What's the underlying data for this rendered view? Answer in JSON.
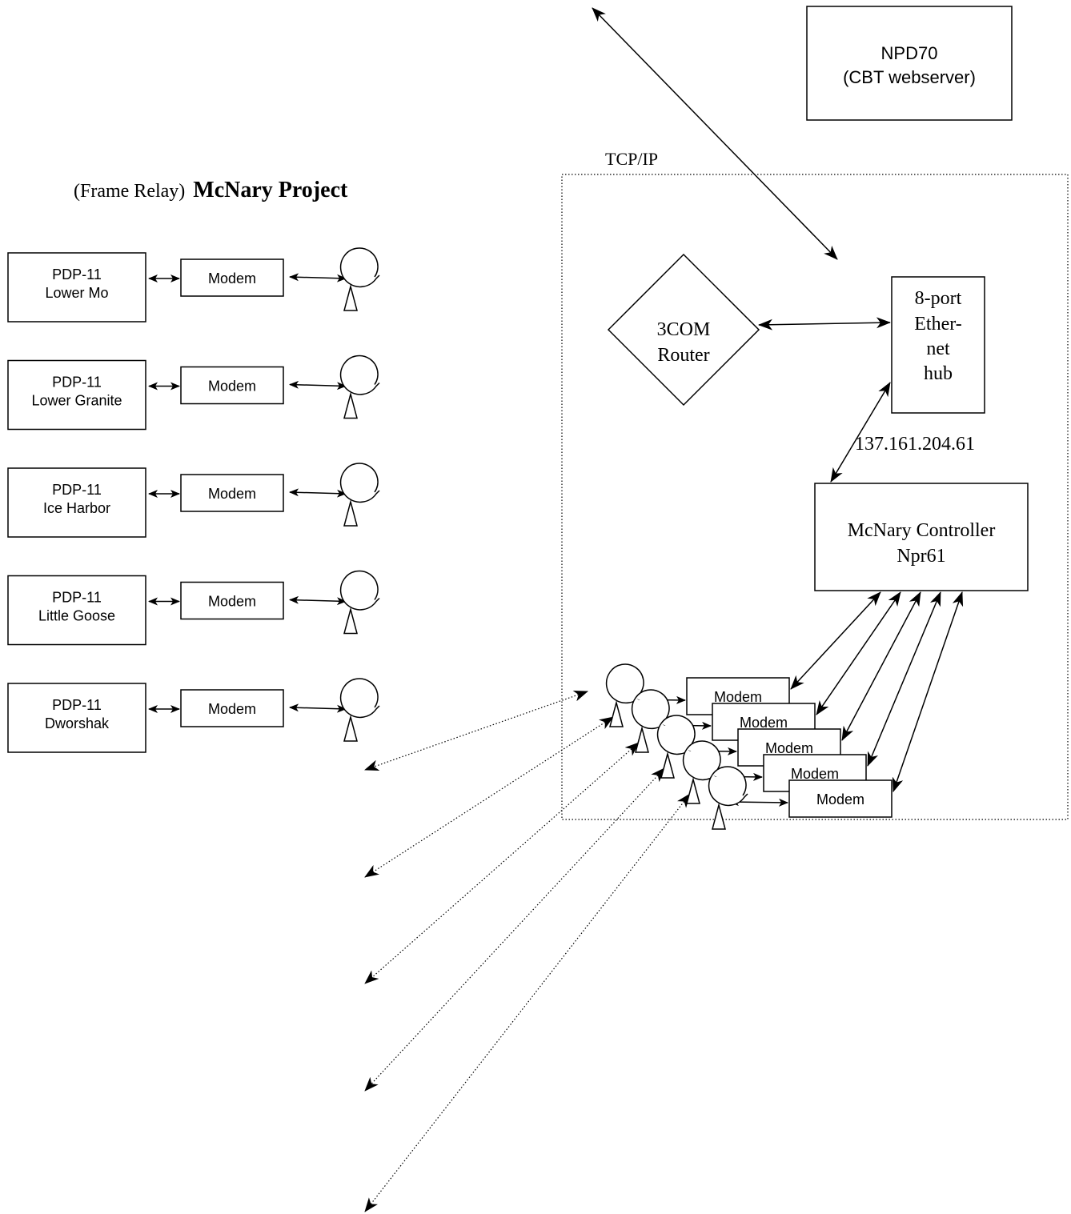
{
  "title": {
    "prefix": "(Frame Relay)",
    "main": "McNary Project"
  },
  "tcp_label": "TCP/IP",
  "npd70": {
    "line1": "NPD70",
    "line2": "(CBT webserver)"
  },
  "router": {
    "line1": "3COM",
    "line2": "Router"
  },
  "hub": {
    "line1": "8-port",
    "line2": "Ether-",
    "line3": "net",
    "line4": "hub"
  },
  "ip_address": "137.161.204.61",
  "controller": {
    "line1": "McNary Controller",
    "line2": "Npr61"
  },
  "sites": [
    {
      "line1": "PDP-11",
      "line2": "Lower Mo",
      "modem": "Modem"
    },
    {
      "line1": "PDP-11",
      "line2": "Lower Granite",
      "modem": "Modem"
    },
    {
      "line1": "PDP-11",
      "line2": "Ice Harbor",
      "modem": "Modem"
    },
    {
      "line1": "PDP-11",
      "line2": "Little Goose",
      "modem": "Modem"
    },
    {
      "line1": "PDP-11",
      "line2": "Dworshak",
      "modem": "Modem"
    }
  ],
  "controller_modems": [
    "Modem",
    "Modem",
    "Modem",
    "Modem",
    "Modem"
  ],
  "icons": {
    "antenna": "satellite-dish-icon",
    "arrow": "arrowhead"
  }
}
